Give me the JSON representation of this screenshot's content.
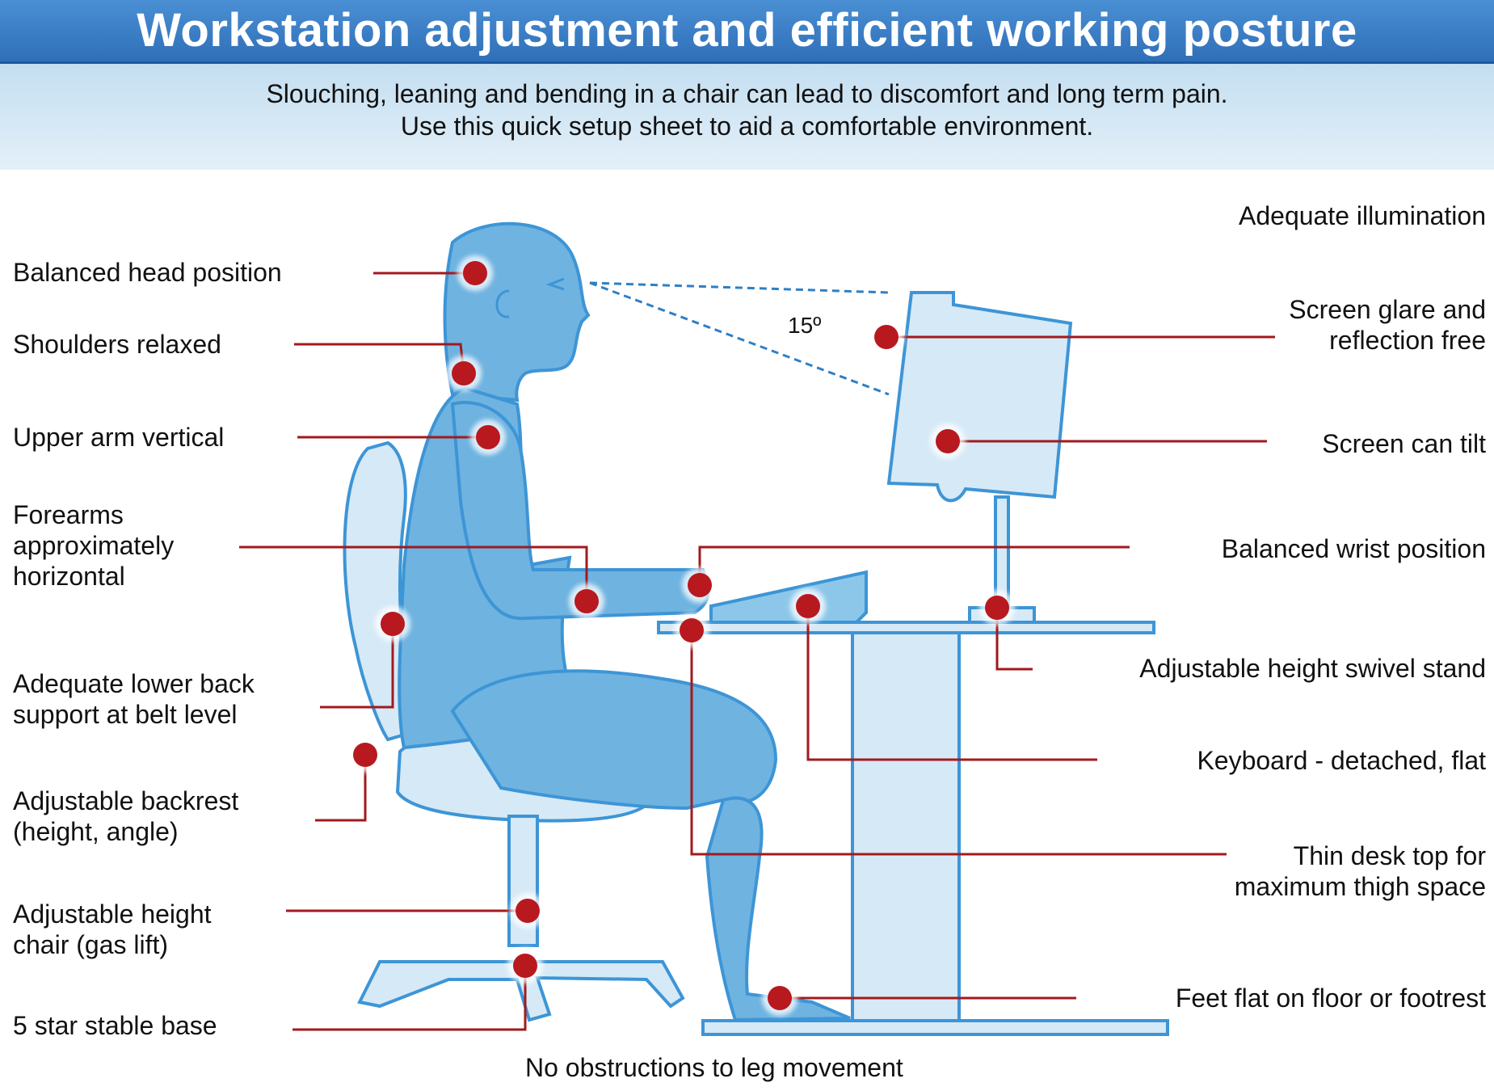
{
  "header": {
    "title": "Workstation adjustment and efficient working posture",
    "subtitle_line1": "Slouching, leaning and bending in a chair can lead to discomfort and long term pain.",
    "subtitle_line2": "Use this quick setup sheet to aid a comfortable environment."
  },
  "angle_label": "15º",
  "labels_left": {
    "head": "Balanced head position",
    "shoulders": "Shoulders relaxed",
    "upper_arm": "Upper arm vertical",
    "forearms": "Forearms\napproximately\nhorizontal",
    "lower_back": "Adequate lower back\nsupport at belt level",
    "backrest": "Adjustable backrest\n(height, angle)",
    "chair_height": "Adjustable height\nchair (gas lift)",
    "base": "5 star stable base"
  },
  "labels_right": {
    "illumination": "Adequate illumination",
    "glare": "Screen glare and\nreflection free",
    "tilt": "Screen can tilt",
    "wrist": "Balanced wrist position",
    "stand": "Adjustable height swivel stand",
    "keyboard": "Keyboard - detached, flat",
    "desk": "Thin desk top for\nmaximum thigh space",
    "feet": "Feet flat on floor or footrest"
  },
  "bottom_label": "No obstructions to leg movement",
  "colors": {
    "header_blue": "#2f6fb8",
    "body_blue": "#6fb3e0",
    "furniture_light": "#d6e9f6",
    "outline_blue": "#3d95d6",
    "marker_red": "#b8191f",
    "leader_red": "#a11a1e"
  }
}
